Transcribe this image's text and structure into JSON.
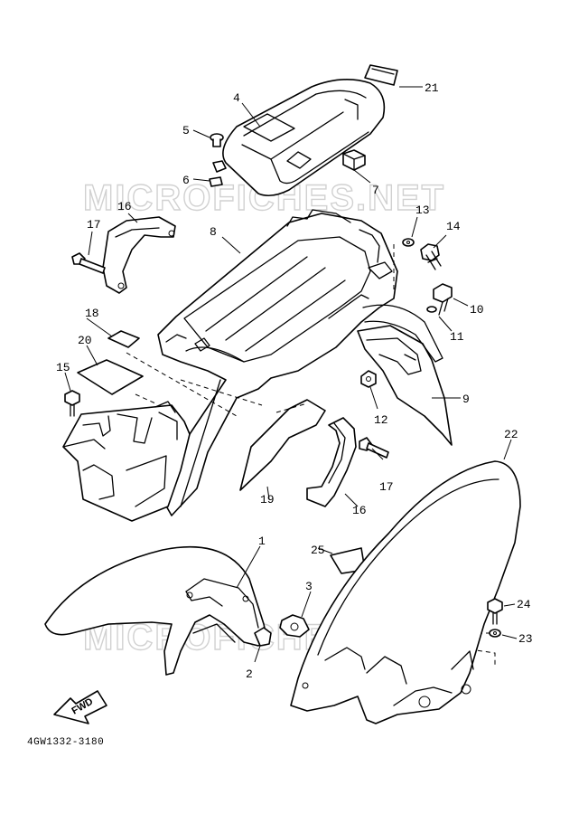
{
  "diagram_code": "4GW1332-3180",
  "watermark": "MICROFICHES.NET",
  "fwd_label": "FWD",
  "callouts": {
    "c1": "1",
    "c2": "2",
    "c3": "3",
    "c4": "4",
    "c5": "5",
    "c6": "6",
    "c7": "7",
    "c8": "8",
    "c9": "9",
    "c10": "10",
    "c11": "11",
    "c12": "12",
    "c13": "13",
    "c14": "14",
    "c15": "15",
    "c16a": "16",
    "c16b": "16",
    "c17a": "17",
    "c17b": "17",
    "c18": "18",
    "c19": "19",
    "c20": "20",
    "c21": "21",
    "c22": "22",
    "c23": "23",
    "c24": "24",
    "c25": "25"
  }
}
